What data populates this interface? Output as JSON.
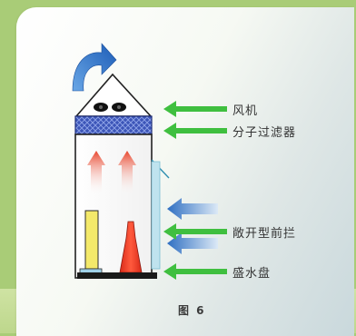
{
  "labels": {
    "fan": "风机",
    "molecular_filter": "分子过滤器",
    "open_front_baffle": "敞开型前拦",
    "water_tray": "盛水盘"
  },
  "caption": "图 6",
  "colors": {
    "background": "#a9cc77",
    "arrow_green": "#3fbf3f",
    "exhaust_arrow_blue": "#2f73c9",
    "filter_blue": "#3c55b8",
    "red_flask": "#f0412a",
    "yellow_rod": "#f4e96a",
    "baffle_cyan": "#bfe3ee"
  },
  "icons": [
    "exhaust-arrow-icon",
    "fan-icon",
    "airflow-arrow-icon",
    "pointer-arrow-icon"
  ]
}
